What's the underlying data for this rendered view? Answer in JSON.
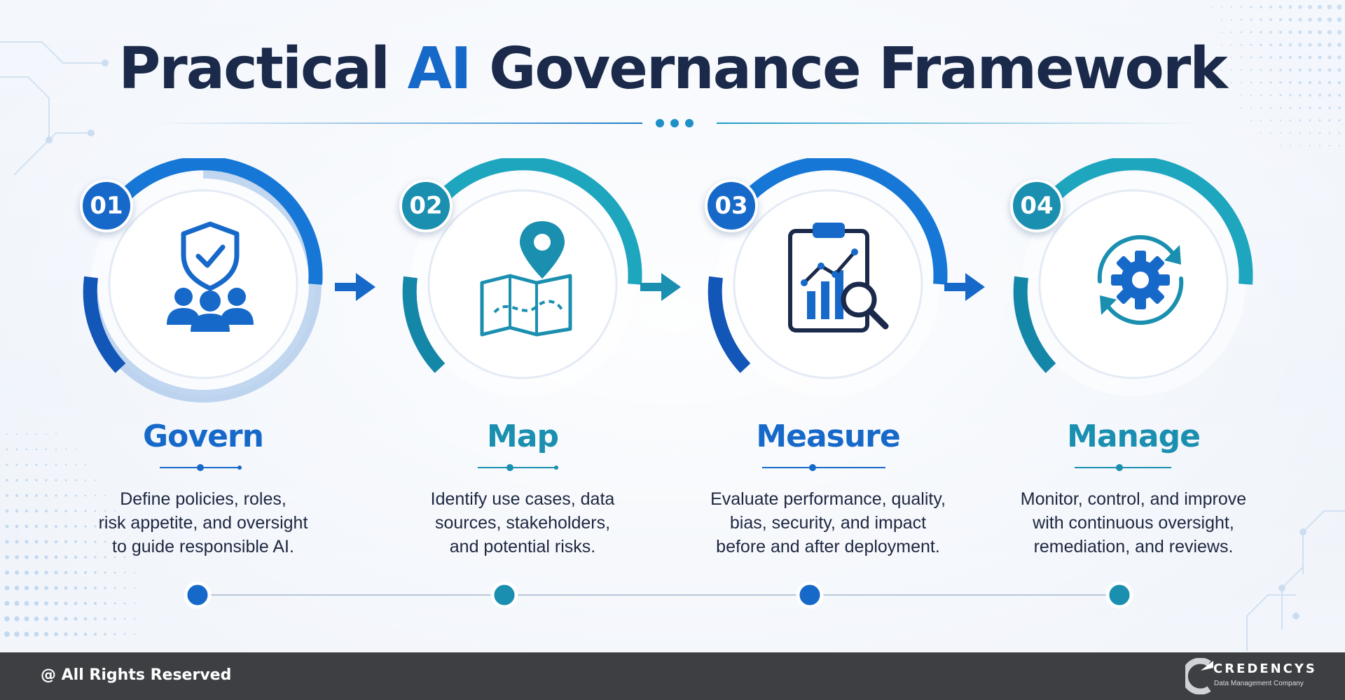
{
  "header": {
    "title_part1": "Practical ",
    "title_accent": "AI",
    "title_part2": " Governance Framework"
  },
  "colors": {
    "title": "#1b2a4a",
    "accent_blue": "#1769c9",
    "accent_teal": "#1a9bb5",
    "footer_bg": "#3d3f42"
  },
  "steps": [
    {
      "number": "01",
      "name": "Govern",
      "icon": "shield-team-icon",
      "color": "#1769c9",
      "description": [
        "Define policies, roles,",
        "risk appetite, and oversight",
        "to guide responsible AI."
      ]
    },
    {
      "number": "02",
      "name": "Map",
      "icon": "map-pin-icon",
      "color": "#1a8fb0",
      "description": [
        "Identify use cases, data",
        "sources, stakeholders,",
        "and potential risks."
      ]
    },
    {
      "number": "03",
      "name": "Measure",
      "icon": "clipboard-chart-icon",
      "color": "#1769c9",
      "description": [
        "Evaluate performance, quality,",
        "bias, security, and impact",
        "before and after deployment."
      ]
    },
    {
      "number": "04",
      "name": "Manage",
      "icon": "gear-cycle-icon",
      "color": "#1a8fb0",
      "description": [
        "Monitor, control, and improve",
        "with continuous oversight,",
        "remediation, and reviews."
      ]
    }
  ],
  "footer": {
    "rights": "@ All Rights Reserved",
    "brand_name": "CREDENCYS",
    "brand_tagline": "Data Management Company"
  }
}
